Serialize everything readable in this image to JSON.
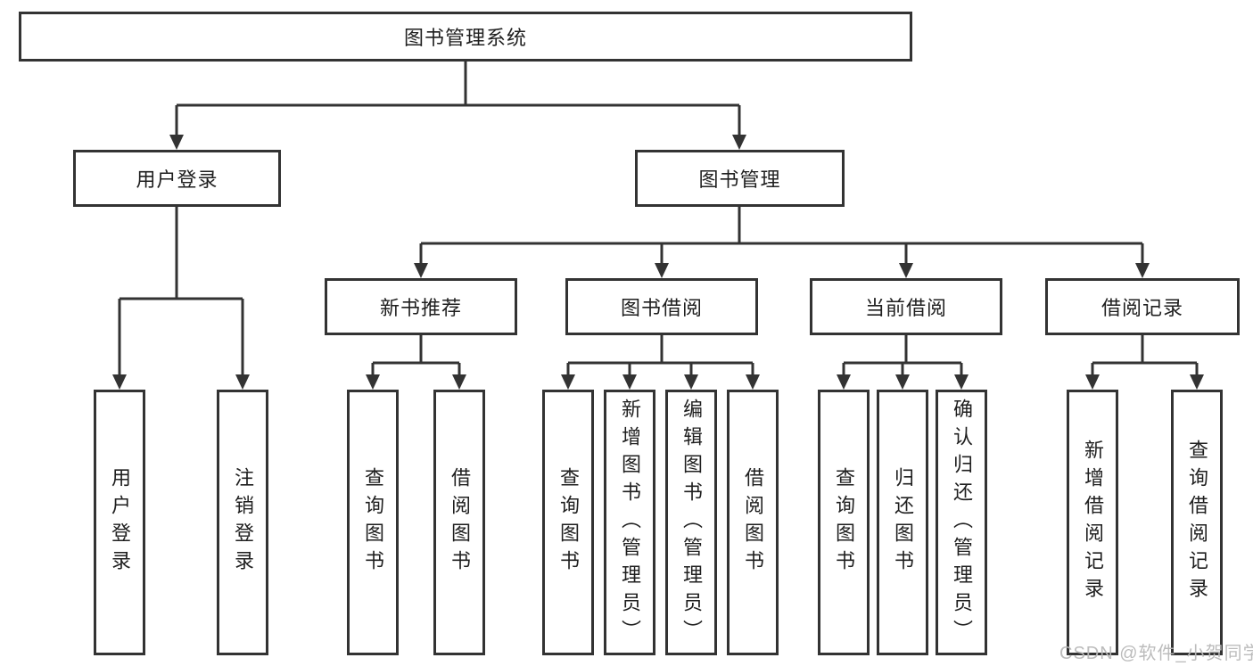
{
  "colors": {
    "background": "#ffffff",
    "box_border": "#333333",
    "connector_line": "#333333",
    "text": "#1f1f1f",
    "watermark": "#b8b8b8"
  },
  "watermark": "CSDN @软件_小贺同学",
  "diagram": {
    "title": "图书管理系统",
    "branches": [
      {
        "label": "用户登录",
        "children": [
          {
            "label": "用户登录"
          },
          {
            "label": "注销登录"
          }
        ]
      },
      {
        "label": "图书管理",
        "children": [
          {
            "label": "新书推荐",
            "children": [
              {
                "label": "查询图书"
              },
              {
                "label": "借阅图书"
              }
            ]
          },
          {
            "label": "图书借阅",
            "children": [
              {
                "label": "查询图书"
              },
              {
                "label": "新增图书（管理员）"
              },
              {
                "label": "编辑图书（管理员）"
              },
              {
                "label": "借阅图书"
              }
            ]
          },
          {
            "label": "当前借阅",
            "children": [
              {
                "label": "查询图书"
              },
              {
                "label": "归还图书"
              },
              {
                "label": "确认归还（管理员）"
              }
            ]
          },
          {
            "label": "借阅记录",
            "children": [
              {
                "label": "新增借阅记录"
              },
              {
                "label": "查询借阅记录"
              }
            ]
          }
        ]
      }
    ]
  }
}
